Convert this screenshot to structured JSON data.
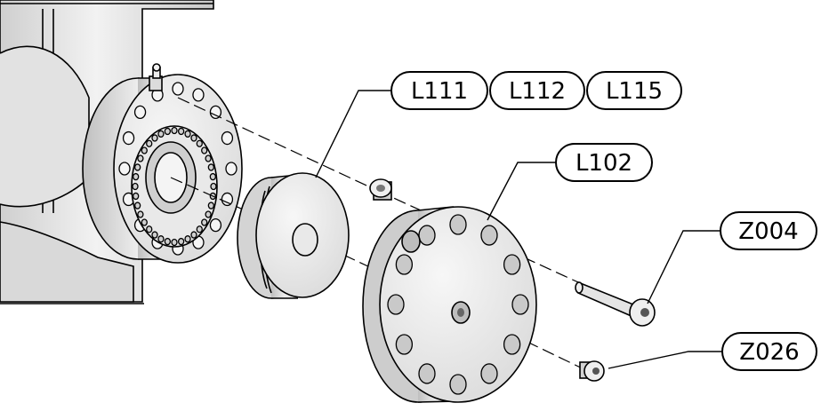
{
  "callouts": [
    {
      "id": "l111",
      "text": "L111"
    },
    {
      "id": "l112",
      "text": "L112"
    },
    {
      "id": "l115",
      "text": "L115"
    },
    {
      "id": "l102",
      "text": "L102"
    },
    {
      "id": "z004",
      "text": "Z004"
    },
    {
      "id": "z026",
      "text": "Z026"
    }
  ],
  "colors": {
    "line": "#000000",
    "surface": "#e6e6e6",
    "shadow": "#bdbdbd",
    "highlight": "#ffffff"
  }
}
